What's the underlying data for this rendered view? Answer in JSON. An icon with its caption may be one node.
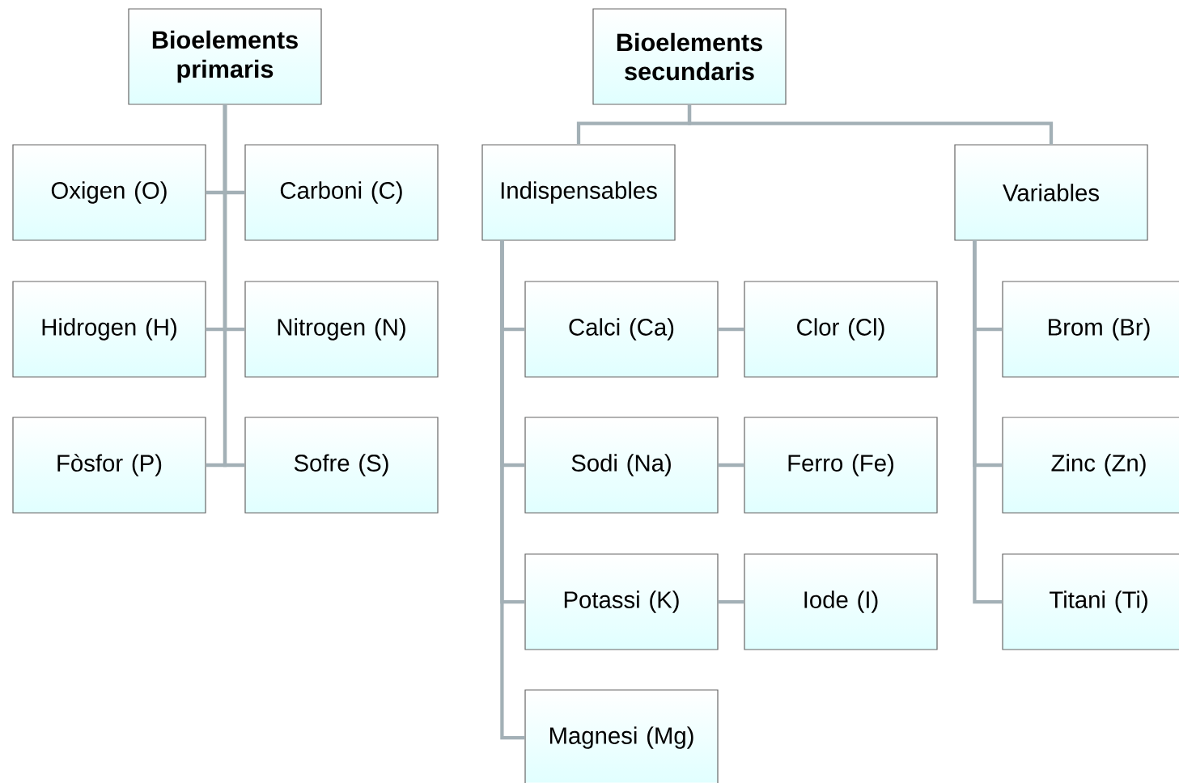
{
  "diagram": {
    "nodes": [
      {
        "text": [
          "Bioelements primaris"
        ]
      },
      {
        "text": [
          "Oxigen (O)"
        ]
      },
      {
        "text": [
          "Carboni (C)"
        ]
      },
      {
        "text": [
          "Hidrogen (H)"
        ]
      },
      {
        "text": [
          "Nitrogen (N)"
        ]
      },
      {
        "text": [
          "Fòsfor (P)"
        ]
      },
      {
        "text": [
          "Sofre (S)"
        ]
      },
      {
        "text": [
          "Bioelements secundaris"
        ]
      },
      {
        "text": [
          "Indispensables"
        ]
      },
      {
        "text": [
          "Variables"
        ]
      },
      {
        "text": [
          "Calci (Ca)"
        ]
      },
      {
        "text": [
          "Clor (Cl)"
        ]
      },
      {
        "text": [
          "Sodi (Na)"
        ]
      },
      {
        "text": [
          "Ferro (Fe)"
        ]
      },
      {
        "text": [
          "Potassi (K)"
        ]
      },
      {
        "text": [
          "Iode (I)"
        ]
      },
      {
        "text": [
          "Magnesi (Mg)"
        ]
      },
      {
        "text": [
          "Brom (Br)"
        ]
      },
      {
        "text": [
          "Zinc (Zn)"
        ]
      },
      {
        "text": [
          "Titani (Ti)"
        ]
      }
    ],
    "edges": [
      {
        "from": 0,
        "to": 1,
        "arrow": "none"
      },
      {
        "from": 0,
        "to": 2,
        "arrow": "none"
      },
      {
        "from": 0,
        "to": 3,
        "arrow": "none"
      },
      {
        "from": 0,
        "to": 4,
        "arrow": "none"
      },
      {
        "from": 0,
        "to": 5,
        "arrow": "none"
      },
      {
        "from": 0,
        "to": 6,
        "arrow": "none"
      },
      {
        "from": 7,
        "to": 8,
        "arrow": "none"
      },
      {
        "from": 7,
        "to": 9,
        "arrow": "none"
      },
      {
        "from": 8,
        "to": 10,
        "arrow": "none"
      },
      {
        "from": 8,
        "to": 12,
        "arrow": "none"
      },
      {
        "from": 8,
        "to": 14,
        "arrow": "none"
      },
      {
        "from": 8,
        "to": 16,
        "arrow": "none"
      },
      {
        "from": 10,
        "to": 11,
        "arrow": "none"
      },
      {
        "from": 12,
        "to": 13,
        "arrow": "none"
      },
      {
        "from": 14,
        "to": 15,
        "arrow": "none"
      },
      {
        "from": 9,
        "to": 17,
        "arrow": "none"
      },
      {
        "from": 9,
        "to": 18,
        "arrow": "none"
      },
      {
        "from": 9,
        "to": 19,
        "arrow": "none"
      }
    ]
  }
}
